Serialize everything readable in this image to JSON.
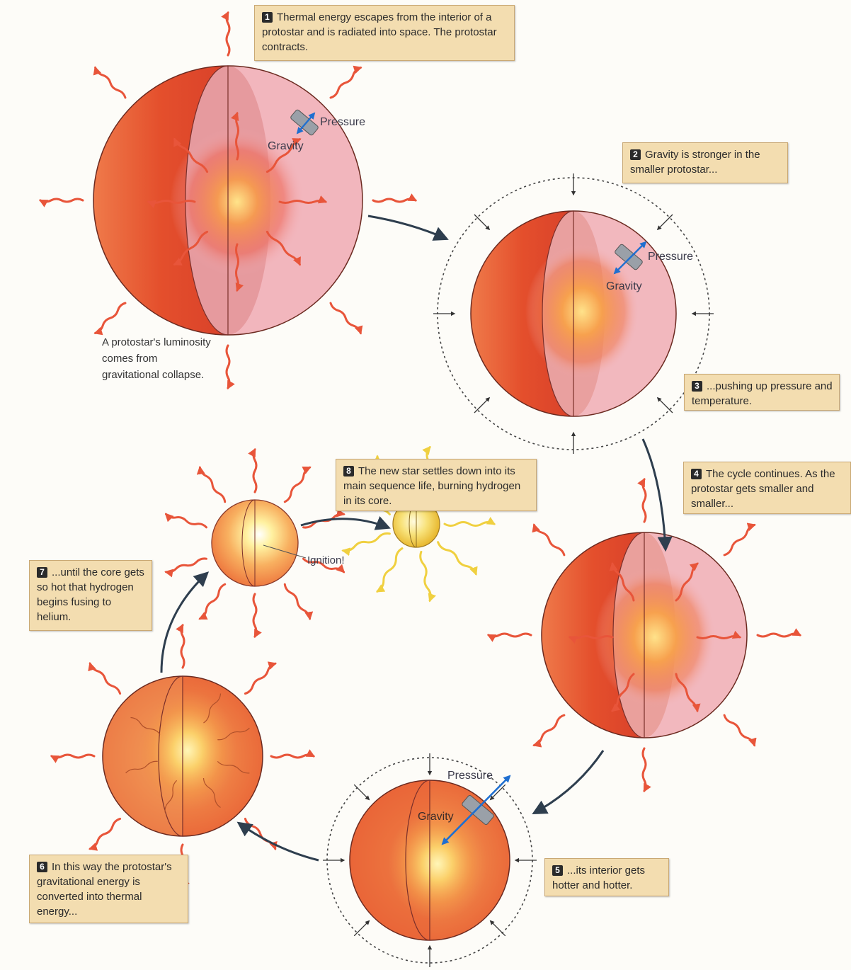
{
  "captions": [
    {
      "num": "1",
      "text": "Thermal energy escapes from the interior of a protostar and is radiated into space. The protostar contracts."
    },
    {
      "num": "2",
      "text": "Gravity is stronger in the smaller protostar..."
    },
    {
      "num": "3",
      "text": "...pushing up pressure and temperature."
    },
    {
      "num": "4",
      "text": "The cycle continues. As the protostar gets smaller and smaller..."
    },
    {
      "num": "5",
      "text": "...its interior gets hotter and hotter."
    },
    {
      "num": "6",
      "text": "In this way the protostar's gravitational energy is converted into thermal energy..."
    },
    {
      "num": "7",
      "text": "...until the core gets so hot that hydrogen begins fusing to helium."
    },
    {
      "num": "8",
      "text": "The new star settles down into its main sequence life, burning hydrogen in its core."
    }
  ],
  "note": "A protostar's luminosity comes from gravitational collapse.",
  "labels": {
    "pressure": "Pressure",
    "gravity": "Gravity",
    "ignition": "Ignition!"
  },
  "colors": {
    "caption_bg": "#f3ddb0",
    "star_orange": "#e8552a",
    "star_pink": "#f1b3ba",
    "radiation_arrow": "#e8553a",
    "flow_arrow": "#2e3e4e",
    "force_arrow": "#1f6fd0",
    "new_star": "#f4d84a"
  }
}
